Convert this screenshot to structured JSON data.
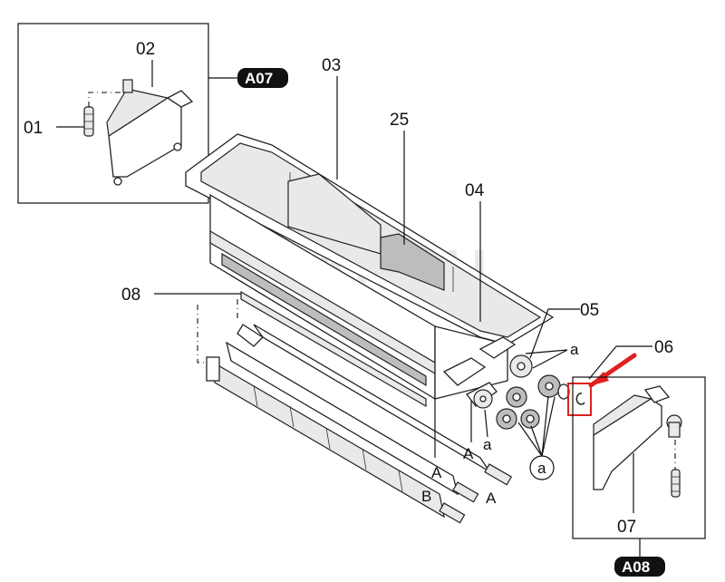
{
  "watermark": "KANDU",
  "parts": {
    "p01": "01",
    "p02": "02",
    "p03": "03",
    "p04": "04",
    "p05": "05",
    "p06": "06",
    "p07": "07",
    "p08": "08",
    "p25": "25"
  },
  "badges": {
    "a07": "A07",
    "a08": "A08"
  },
  "connectors": {
    "a_upper": "a",
    "a_lower": "a",
    "a_circle": "a",
    "A1": "A",
    "A2": "A",
    "A3": "A",
    "B": "B"
  },
  "colors": {
    "highlight": "#e02020",
    "badge_bg": "#111111"
  }
}
